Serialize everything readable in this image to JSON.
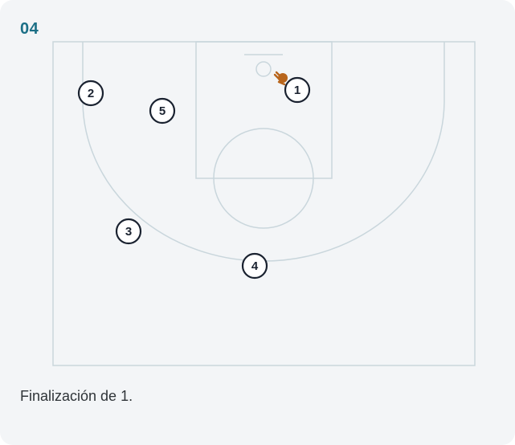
{
  "diagram": {
    "step_number": "04",
    "caption": "Finalización de 1.",
    "colors": {
      "step_number": "#1b6f86",
      "court_lines": "#c9d6dc",
      "player_stroke": "#1a2230",
      "ball": "#b8651c",
      "background": "#f3f5f7"
    },
    "players": [
      {
        "id": "1",
        "label": "1",
        "has_ball": true
      },
      {
        "id": "2",
        "label": "2",
        "has_ball": false
      },
      {
        "id": "3",
        "label": "3",
        "has_ball": false
      },
      {
        "id": "4",
        "label": "4",
        "has_ball": false
      },
      {
        "id": "5",
        "label": "5",
        "has_ball": false
      }
    ],
    "ball_icon": "basketball-hand-icon"
  }
}
